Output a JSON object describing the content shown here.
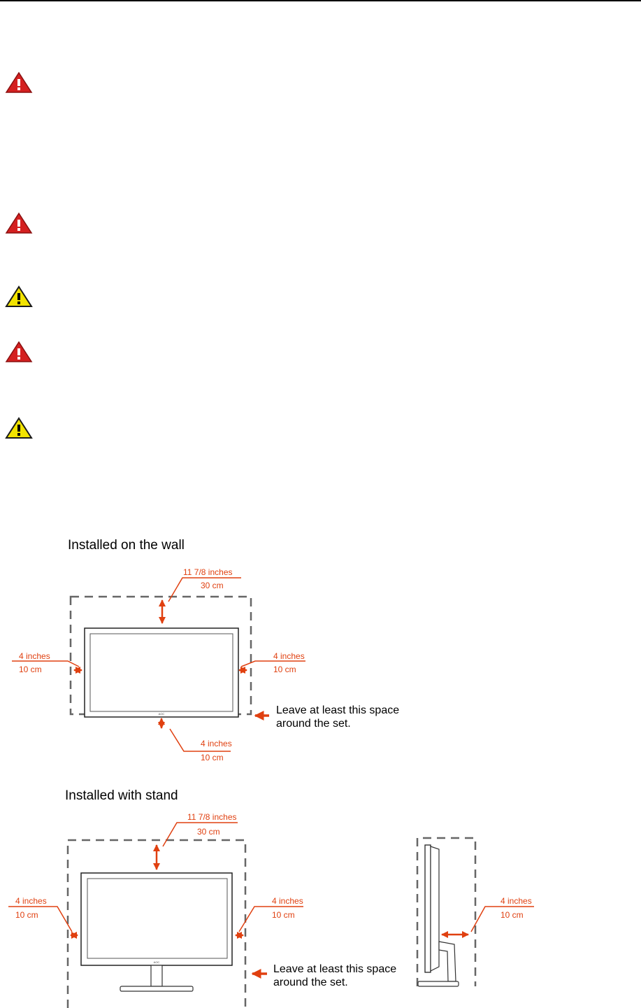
{
  "icons": [
    {
      "name": "danger-warning-icon",
      "color": "#d42020"
    },
    {
      "name": "danger-warning-icon",
      "color": "#d42020"
    },
    {
      "name": "caution-warning-icon",
      "color": "#f2e300"
    },
    {
      "name": "danger-warning-icon",
      "color": "#d42020"
    },
    {
      "name": "caution-warning-icon",
      "color": "#f2e300"
    }
  ],
  "wall_section": {
    "heading": "Installed on the wall",
    "top_in": "11 7/8 inches",
    "top_cm": "30 cm",
    "left_in": "4 inches",
    "left_cm": "10 cm",
    "right_in": "4 inches",
    "right_cm": "10 cm",
    "bottom_in": "4 inches",
    "bottom_cm": "10 cm",
    "note_line1": "Leave at least this space",
    "note_line2": "around the set."
  },
  "stand_section": {
    "heading": "Installed with stand",
    "top_in": "11 7/8 inches",
    "top_cm": "30 cm",
    "left_in": "4 inches",
    "left_cm": "10 cm",
    "right_in": "4 inches",
    "right_cm": "10 cm",
    "side_in": "4 inches",
    "side_cm": "10 cm",
    "note_line1": "Leave at least this space",
    "note_line2": "around the set."
  },
  "colors": {
    "accent": "#e04010",
    "dash": "#666666",
    "danger": "#d42020",
    "caution": "#f2e300"
  }
}
